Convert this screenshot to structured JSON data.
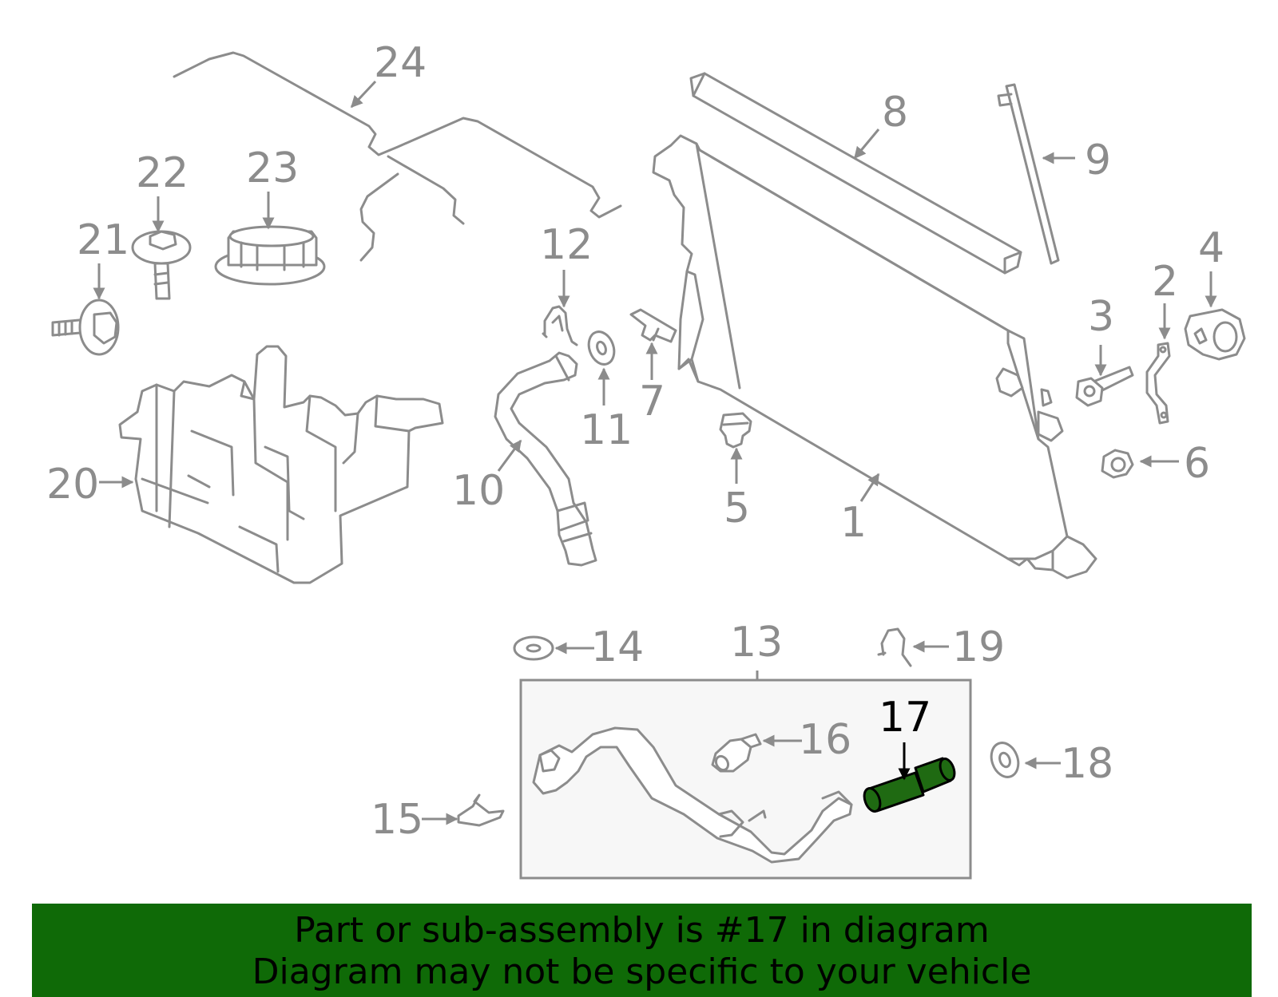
{
  "diagram": {
    "highlighted_part": "17",
    "callouts": [
      "1",
      "2",
      "3",
      "4",
      "5",
      "6",
      "7",
      "8",
      "9",
      "10",
      "11",
      "12",
      "13",
      "14",
      "15",
      "16",
      "17",
      "18",
      "19",
      "20",
      "21",
      "22",
      "23",
      "24"
    ],
    "colors": {
      "linework": "#8c8c8c",
      "highlight": "#1f6a12",
      "banner": "#0f6a07"
    }
  },
  "banner": {
    "line1": "Part or sub-assembly is #17 in diagram",
    "line2": "Diagram may not be specific to your vehicle"
  }
}
